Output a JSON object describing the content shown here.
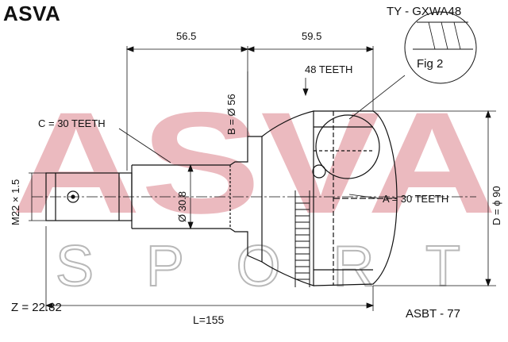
{
  "brand": "ASVA",
  "part_number": "TY - GXWA48",
  "catalog_code": "ASBT - 77",
  "dimensions": {
    "length_left": "56.5",
    "length_right": "59.5",
    "abs_teeth": "48 TEETH",
    "outer_spline": "C = 30 TEETH",
    "inner_spline": "A = 30 TEETH",
    "bore_diameter": "B = Ø 56",
    "shaft_diameter": "Ø 30.8",
    "thread": "M22 × 1.5",
    "outer_diameter": "D = ϕ 90",
    "total_length": "L=155",
    "z_value": "Z = 22.82"
  },
  "figure_label": "Fig 2",
  "watermark": {
    "main": "ASVA",
    "sub": "SPORT",
    "color": "#e8aeb5",
    "outline_color": "#b8b8b8"
  }
}
